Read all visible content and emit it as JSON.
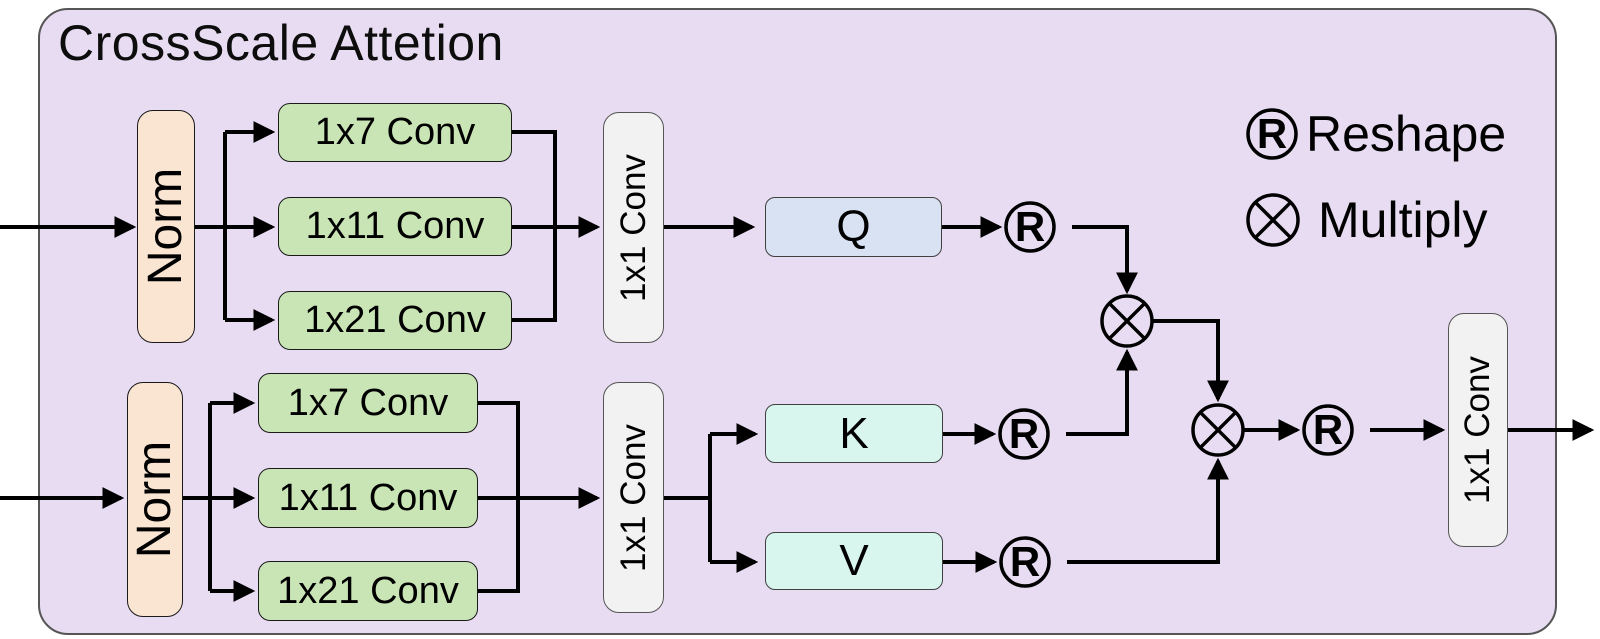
{
  "title": "CrossScale Attetion",
  "symbols": {
    "reshape": "R"
  },
  "legend": {
    "reshape_label": "Reshape",
    "multiply_label": "Multiply"
  },
  "blocks": {
    "top": {
      "norm": "Norm",
      "convs": [
        "1x7 Conv",
        "1x11 Conv",
        "1x21 Conv"
      ],
      "conv1x1": "1x1 Conv",
      "q": "Q"
    },
    "bottom": {
      "norm": "Norm",
      "convs": [
        "1x7 Conv",
        "1x11 Conv",
        "1x21 Conv"
      ],
      "conv1x1": "1x1 Conv",
      "k": "K",
      "v": "V"
    },
    "output": {
      "conv1x1": "1x1 Conv"
    }
  },
  "colors": {
    "panel_fill": "#E8DCF2",
    "panel_border": "#555555",
    "norm_fill": "#FAE5D3",
    "conv_fill": "#C9E5B5",
    "conv1x1_fill": "#F2F2F2",
    "q_fill": "#D9E2F3",
    "kv_fill": "#D8F5EE",
    "line": "#000000"
  }
}
